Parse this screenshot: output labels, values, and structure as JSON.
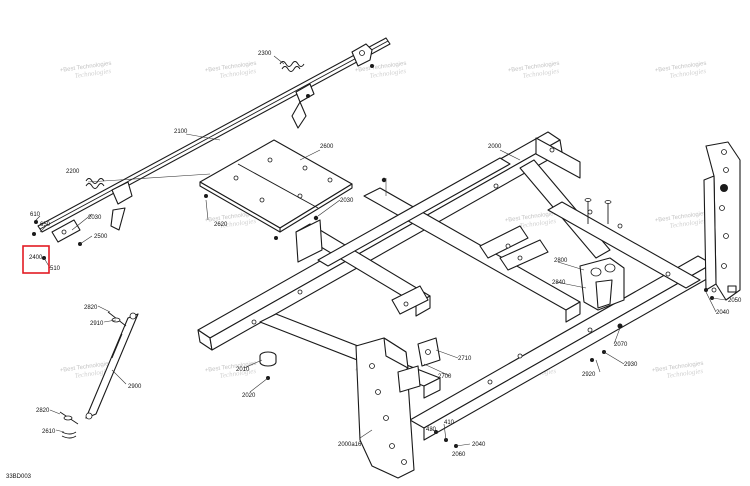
{
  "diagram": {
    "reference_code": "33BD003",
    "highlight_color": "#e21b23",
    "highlighted_callout": "2400",
    "watermark": {
      "line1": "+Best Technologies",
      "line2": "Technologies"
    },
    "callouts": {
      "c2300": "2300",
      "c2100": "2100",
      "c2200": "2200",
      "c2600": "2600",
      "c2000": "2000",
      "c2030a": "2030",
      "c2030b": "2030",
      "c2620": "2620",
      "c610": "610",
      "c650": "650",
      "c2500": "2500",
      "c2400": "2400",
      "c510": "510",
      "c2820a": "2820",
      "c2910": "2910",
      "c2900": "2900",
      "c2820b": "2820",
      "c2610": "2610",
      "c2010": "2010",
      "c2020": "2020",
      "c2000a16": "2000a16",
      "c420": "420",
      "c410": "410",
      "c2040a": "2040",
      "c2060": "2060",
      "c2700": "2700",
      "c2710": "2710",
      "c2800": "2800",
      "c2840": "2840",
      "c2070": "2070",
      "c2920": "2920",
      "c2930": "2930",
      "c2050": "2050",
      "c2040b": "2040"
    }
  }
}
